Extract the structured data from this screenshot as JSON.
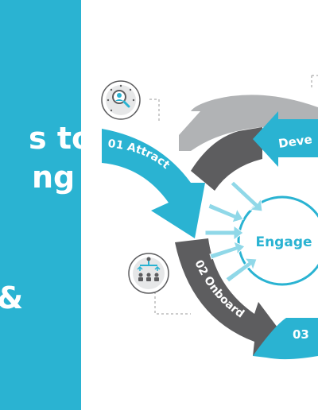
{
  "panel": {
    "line1": "s to",
    "line2": "ng",
    "line3": "&"
  },
  "stages": {
    "attract": "01 Attract",
    "onboard": "02 Onboard",
    "develop": "Deve",
    "retain": "03",
    "engage": "Engage"
  },
  "icons": {
    "attract_icon": "recruiter-search-icon",
    "onboard_icon": "team-onboarding-icon"
  },
  "colors": {
    "accent": "#2ab3d2",
    "dark_gray": "#5d5d5f",
    "light_gray": "#b1b3b5",
    "white": "#ffffff"
  }
}
